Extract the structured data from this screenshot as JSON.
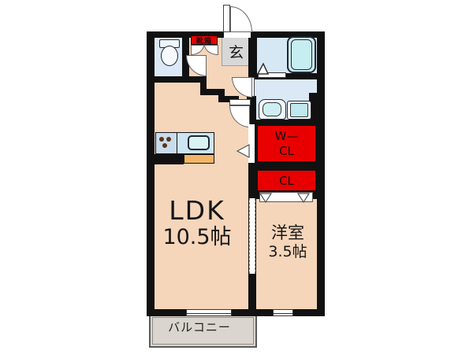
{
  "floorplan": {
    "rooms": {
      "ldk": {
        "name": "LDK",
        "size": "10.5帖"
      },
      "western_room": {
        "name": "洋室",
        "size": "3.5帖"
      },
      "balcony": {
        "name": "バルコニー"
      },
      "entrance": {
        "label": "玄"
      },
      "walk_in_closet": {
        "line1": "W—",
        "line2": "CL"
      },
      "closet": {
        "label": "CL"
      },
      "shoe_box": {
        "label": "靴箱"
      }
    },
    "colors": {
      "wall": "#111111",
      "floor": "#f5d6ba",
      "wet_area_blue": "#dbe9f6",
      "closet_red": "#e80000",
      "entrance_gray": "#d8d8d8",
      "balcony_gray": "#dad5cf",
      "fixture_blue": "#c6edf2",
      "counter_orange": "#f2b469"
    }
  }
}
